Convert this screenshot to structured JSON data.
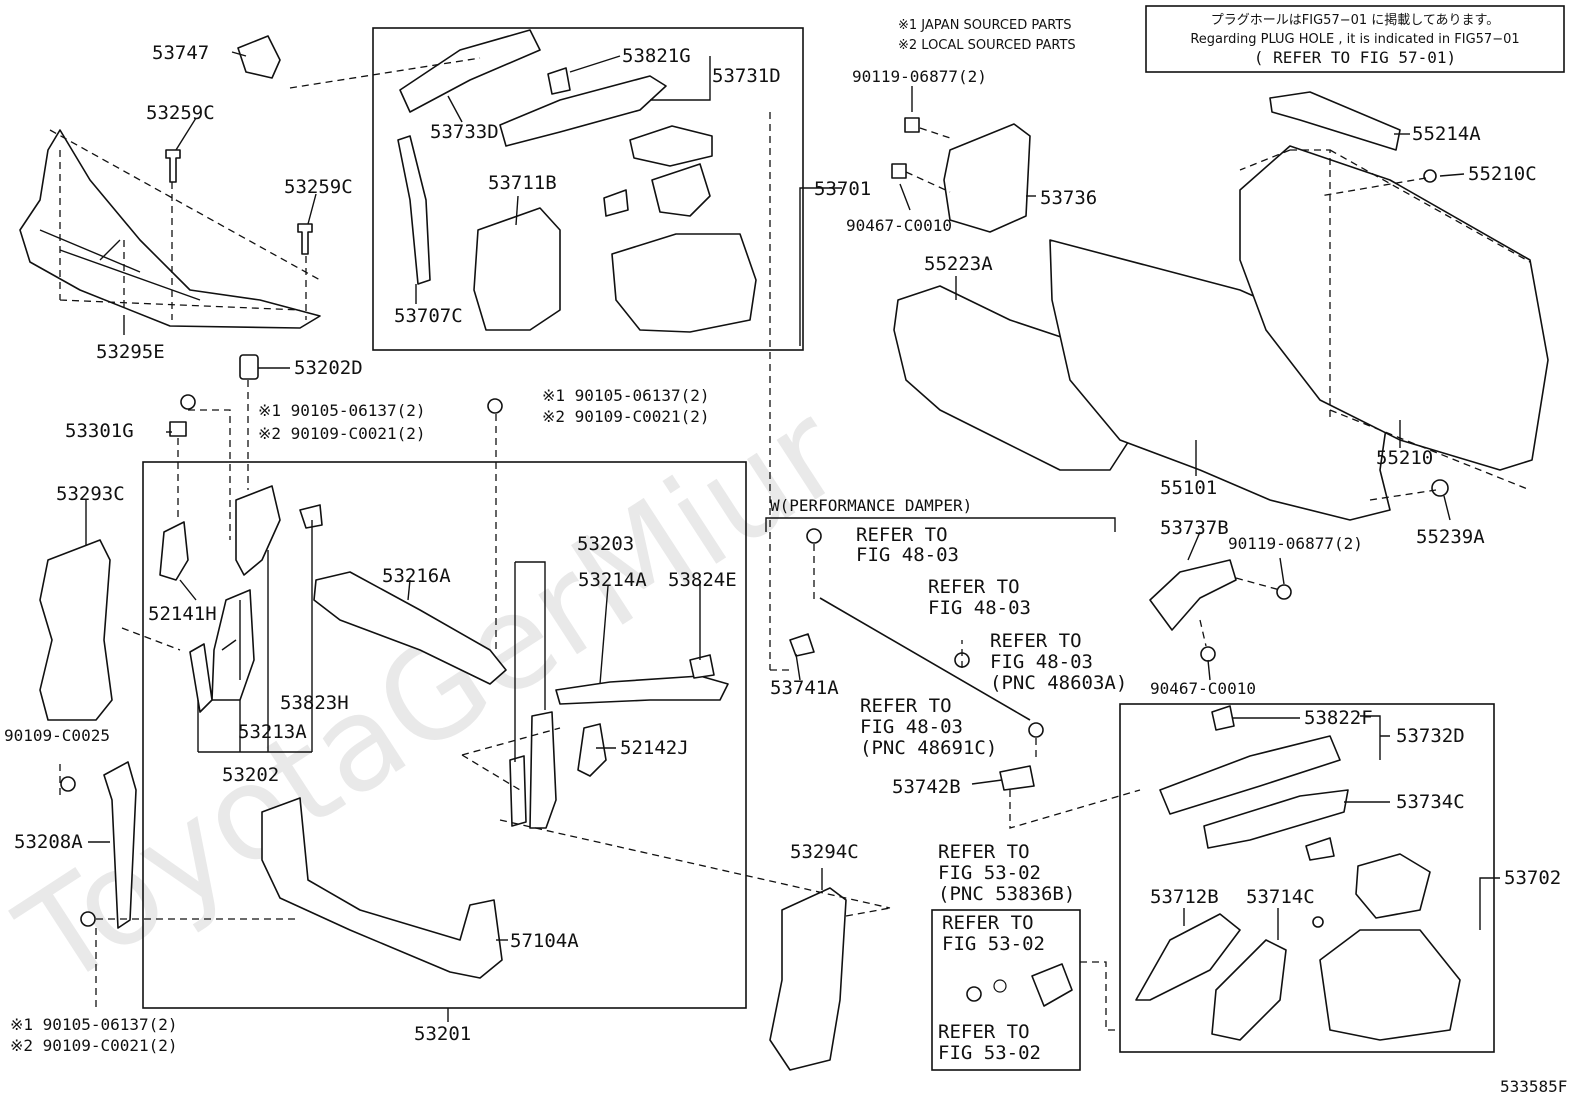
{
  "diagram_id": "533585F",
  "watermark": "ToyotaGerMiur",
  "legend": {
    "japan": "※1 JAPAN SOURCED PARTS",
    "local": "※2 LOCAL SOURCED PARTS"
  },
  "note_box": {
    "line1": "プラグホールはFIG57−01 に掲載してあります。",
    "line2": "Regarding PLUG HOLE , it is indicated in FIG57−01",
    "line3": "( REFER TO FIG 57-01)"
  },
  "group_labels": {
    "performance_damper": "W(PERFORMANCE DAMPER)"
  },
  "refs": {
    "r1_a": "REFER TO",
    "r1_b": "FIG 48-03",
    "r2_a": "REFER TO",
    "r2_b": "FIG 48-03",
    "r3_a": "REFER TO",
    "r3_b": "FIG 48-03",
    "r3_c": "(PNC 48603A)",
    "r4_a": "REFER TO",
    "r4_b": "FIG 48-03",
    "r4_c": "(PNC 48691C)",
    "r5_a": "REFER TO",
    "r5_b": "FIG 53-02",
    "r5_c": "(PNC 53836B)",
    "r6_a": "REFER TO",
    "r6_b": "FIG 53-02",
    "r7_a": "REFER TO",
    "r7_b": "FIG 53-02"
  },
  "parts": {
    "p53747": "53747",
    "p53259c_a": "53259C",
    "p53259c_b": "53259C",
    "p53295e": "53295E",
    "p53202d": "53202D",
    "p53301g": "53301G",
    "p53293c": "53293C",
    "p90109c0025": "90109-C0025",
    "p53208a": "53208A",
    "p52141h": "52141H",
    "p53213a": "53213A",
    "p53823h": "53823H",
    "p53202": "53202",
    "p53216a": "53216A",
    "p53203": "53203",
    "p53214a": "53214A",
    "p53824e": "53824E",
    "p52142j": "52142J",
    "p57104a": "57104A",
    "p53201": "53201",
    "p53294c": "53294C",
    "p53733d": "53733D",
    "p53821g": "53821G",
    "p53731d": "53731D",
    "p53711b": "53711B",
    "p53707c": "53707C",
    "p53701": "53701",
    "p9011906877_a": "90119-06877(2)",
    "p90467c0010_a": "90467-C0010",
    "p53736": "53736",
    "p55223a": "55223A",
    "p55214a": "55214A",
    "p55210c": "55210C",
    "p55101": "55101",
    "p55210": "55210",
    "p55239a": "55239A",
    "p53737b": "53737B",
    "p9011906877_b": "90119-06877(2)",
    "p90467c0010_b": "90467-C0010",
    "p53741a": "53741A",
    "p53742b": "53742B",
    "p53822f": "53822F",
    "p53732d": "53732D",
    "p53734c": "53734C",
    "p53702": "53702",
    "p53712b": "53712B",
    "p53714c": "53714C",
    "bolt1_a": "※1 90105-06137(2)",
    "bolt1_b": "※2 90109-C0021(2)",
    "bolt2_a": "※1 90105-06137(2)",
    "bolt2_b": "※2 90109-C0021(2)",
    "bolt3_a": "※1 90105-06137(2)",
    "bolt3_b": "※2 90109-C0021(2)"
  }
}
